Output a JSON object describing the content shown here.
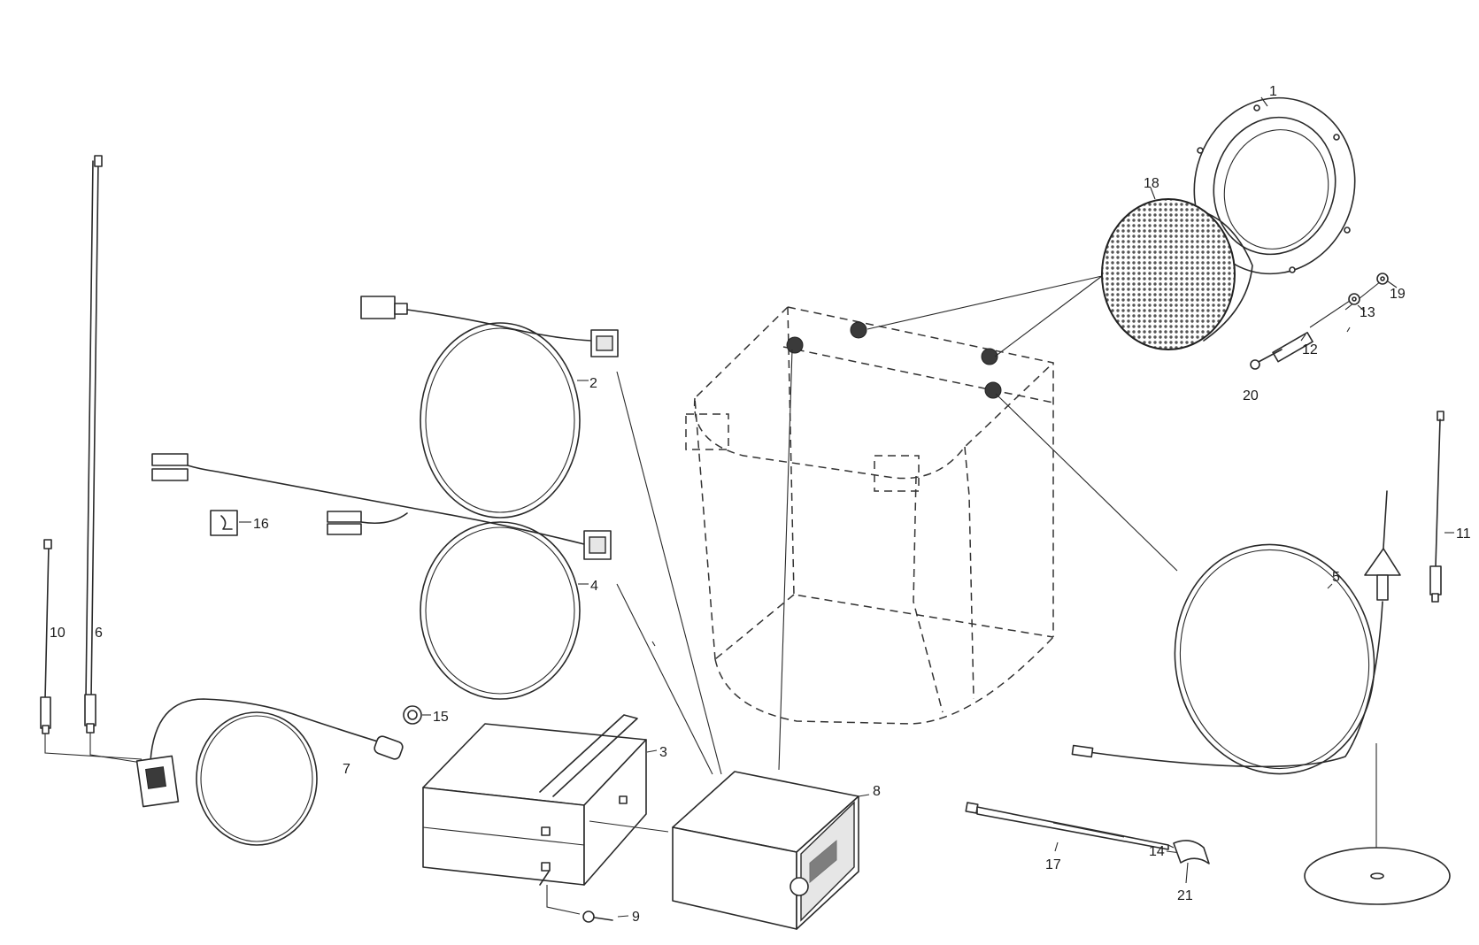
{
  "callouts": [
    {
      "id": "1",
      "text": "1"
    },
    {
      "id": "2",
      "text": "2"
    },
    {
      "id": "3",
      "text": "3"
    },
    {
      "id": "4",
      "text": "4"
    },
    {
      "id": "5",
      "text": "5"
    },
    {
      "id": "6",
      "text": "6"
    },
    {
      "id": "7",
      "text": "7"
    },
    {
      "id": "8",
      "text": "8"
    },
    {
      "id": "9",
      "text": "9"
    },
    {
      "id": "10",
      "text": "10"
    },
    {
      "id": "11",
      "text": "11"
    },
    {
      "id": "12",
      "text": "12"
    },
    {
      "id": "13",
      "text": "13"
    },
    {
      "id": "14",
      "text": "14"
    },
    {
      "id": "15",
      "text": "15"
    },
    {
      "id": "16",
      "text": "16"
    },
    {
      "id": "17",
      "text": "17"
    },
    {
      "id": "18",
      "text": "18"
    },
    {
      "id": "19",
      "text": "19"
    },
    {
      "id": "20",
      "text": "20"
    },
    {
      "id": "21",
      "text": "21"
    }
  ],
  "colors": {
    "line": "#2a2a2a",
    "background": "#ffffff"
  }
}
